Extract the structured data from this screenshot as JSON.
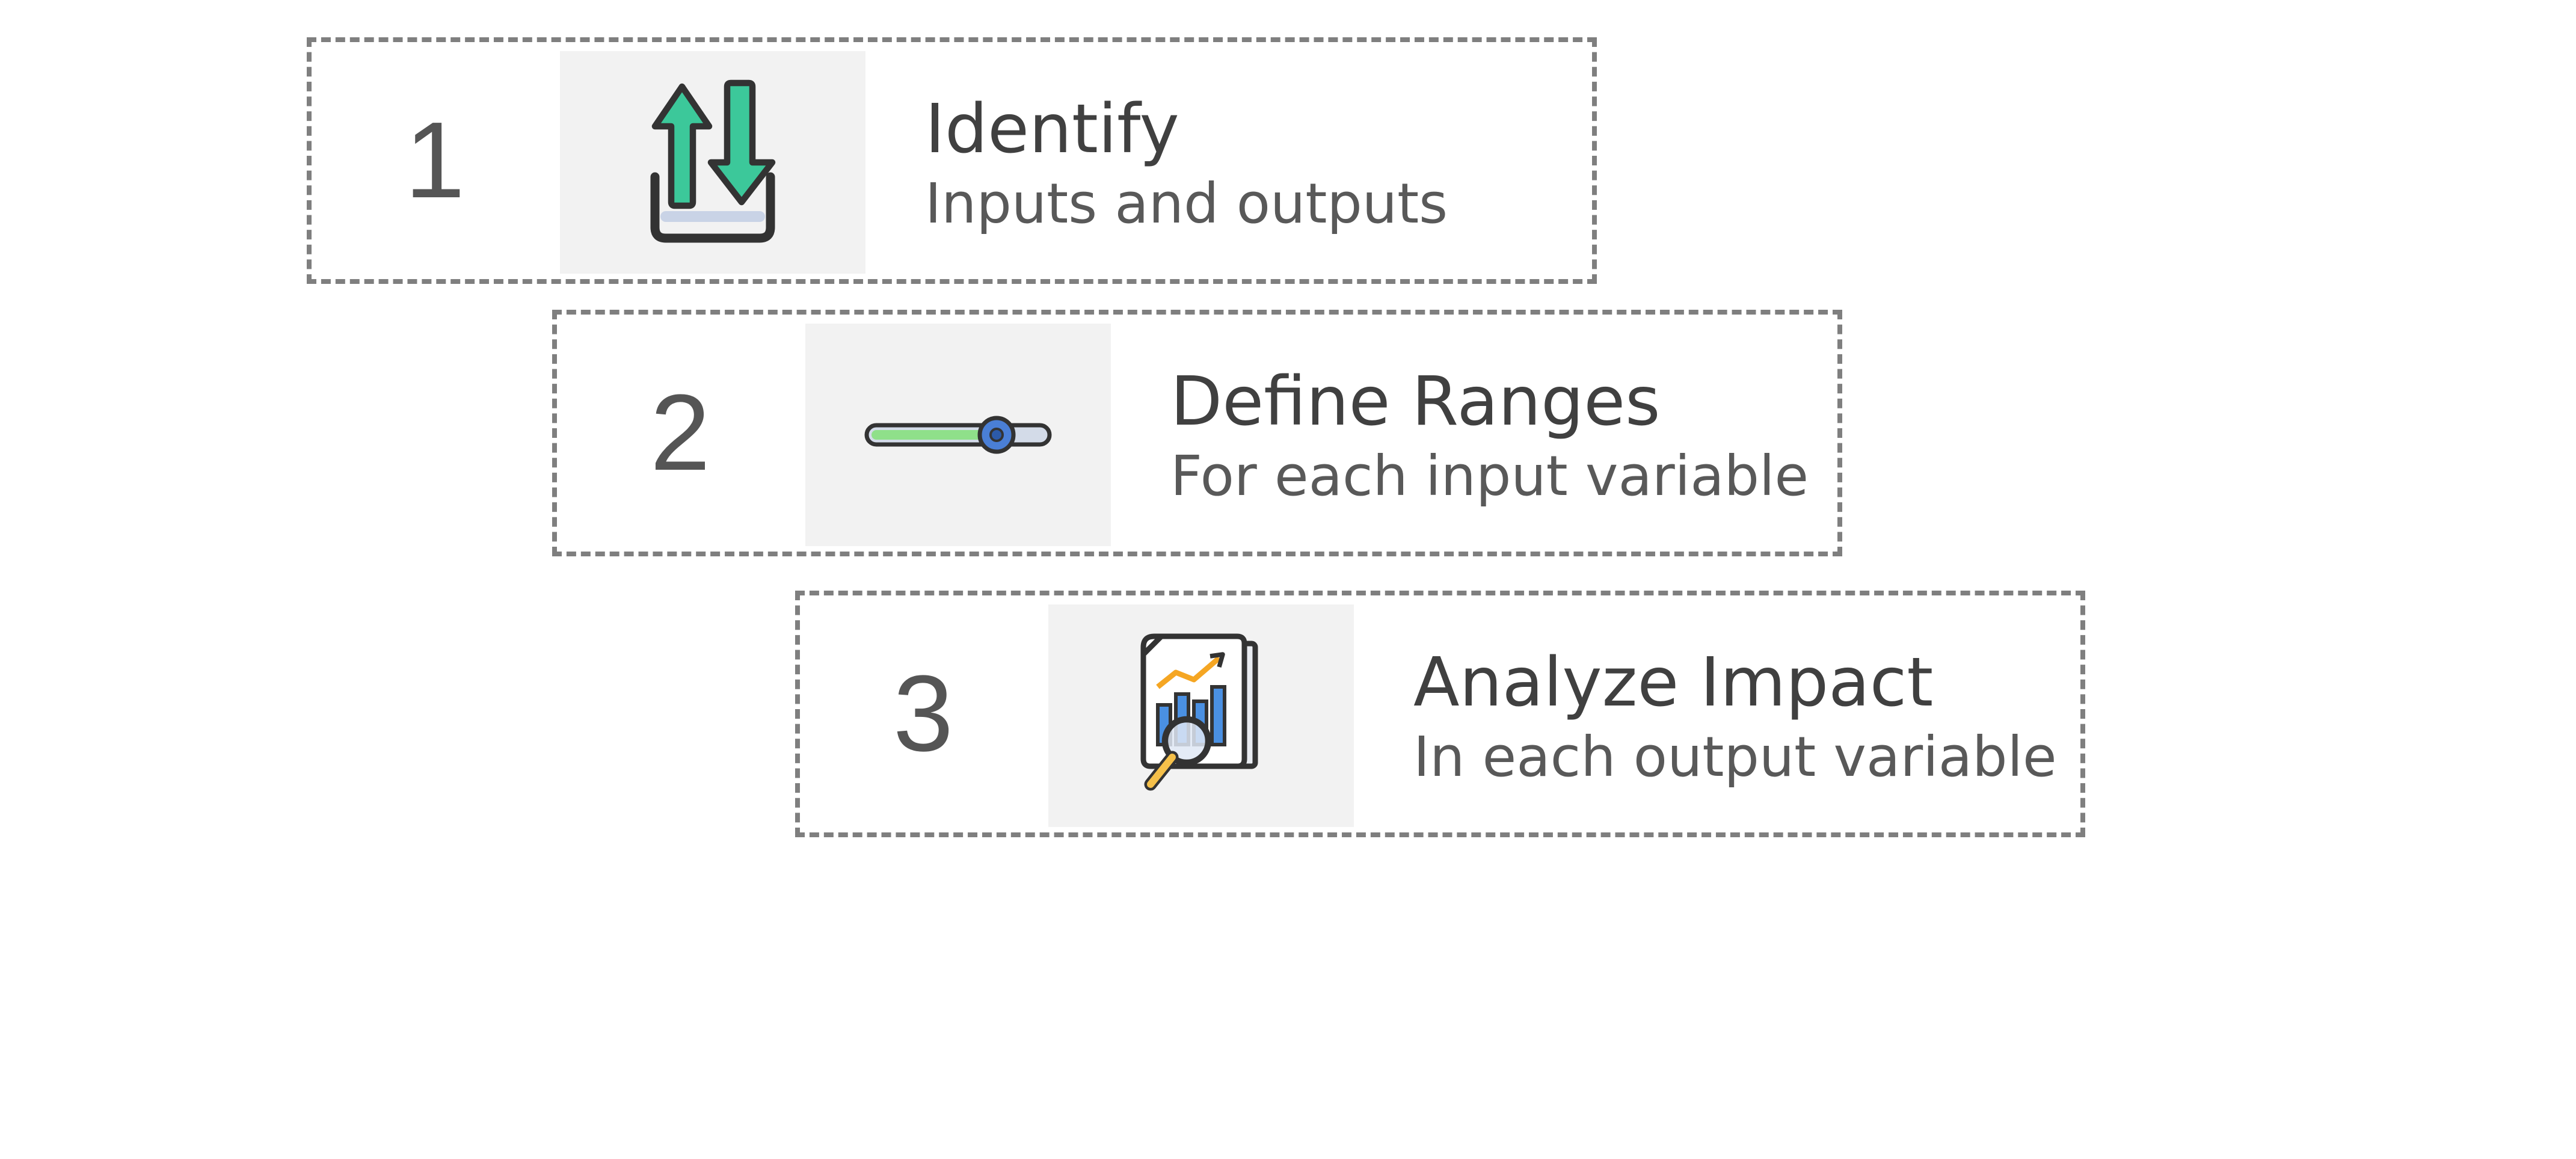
{
  "steps": [
    {
      "number": "1",
      "title": "Identify",
      "subtitle": "Inputs and outputs",
      "icon": "upload-download-arrows-icon"
    },
    {
      "number": "2",
      "title": "Define Ranges",
      "subtitle": "For each input variable",
      "icon": "slider-icon"
    },
    {
      "number": "3",
      "title": "Analyze Impact",
      "subtitle": "In each output variable",
      "icon": "report-analysis-icon"
    }
  ],
  "colors": {
    "border": "#7f7f7f",
    "icon_background": "#f2f2f2",
    "number": "#555555",
    "title": "#404040",
    "subtitle": "#595959",
    "accent_green": "#3cc89a",
    "accent_blue": "#4a90e2",
    "accent_orange": "#f5a623"
  }
}
